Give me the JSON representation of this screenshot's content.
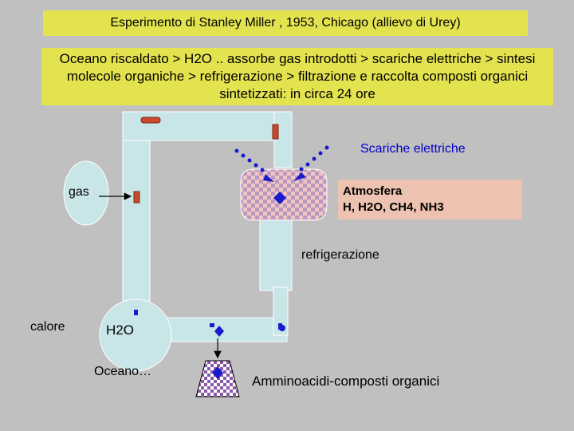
{
  "title": "Esperimento di Stanley Miller , 1953, Chicago (allievo di Urey)",
  "description": "Oceano riscaldato > H2O .. assorbe gas introdotti > scariche elettriche > sintesi molecole organiche > refrigerazione > filtrazione e raccolta composti organici sintetizzati: in circa 24 ore",
  "labels": {
    "scariche": "Scariche elettriche",
    "atmosfera_line1": "Atmosfera",
    "atmosfera_line2": "H, H2O, CH4, NH3",
    "gas": "gas",
    "refrigerazione": "refrigerazione",
    "calore": "calore",
    "h2o": "H2O",
    "oceano": "Oceano…",
    "amminoacidi": "Amminoacidi-composti organici"
  },
  "colors": {
    "background": "#c0c0c0",
    "yellow_box": "#e3e350",
    "salmon_box": "#eec2b0",
    "tube": "#c8e6e8",
    "valve": "#c84a2a",
    "electrode_blue": "#1a1acc",
    "check_light": "#f3c4c4",
    "check_dark": "#b89ac0"
  }
}
